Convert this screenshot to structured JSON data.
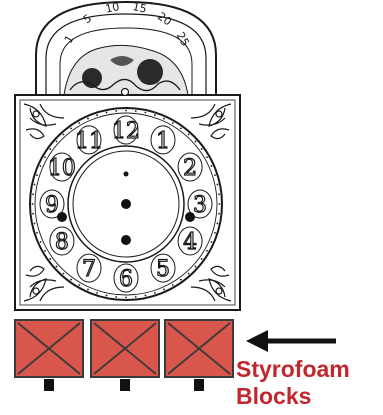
{
  "arch_numbers": [
    "1",
    "5",
    "10",
    "15",
    "20",
    "25"
  ],
  "dial_numerals": [
    "12",
    "1",
    "2",
    "3",
    "4",
    "5",
    "6",
    "7",
    "8",
    "9",
    "10",
    "11"
  ],
  "blocks": [
    {
      "name": "block-left"
    },
    {
      "name": "block-middle"
    },
    {
      "name": "block-right"
    }
  ],
  "label": {
    "line1": "Styrofoam",
    "line2": "Blocks"
  },
  "colors": {
    "block_fill": "#d9564d",
    "block_stroke": "#3a3a3a",
    "label": "#c1272d",
    "ink": "#1a1a1a",
    "foot": "#111111"
  },
  "icons": {
    "arrow": "left-arrow-icon"
  }
}
